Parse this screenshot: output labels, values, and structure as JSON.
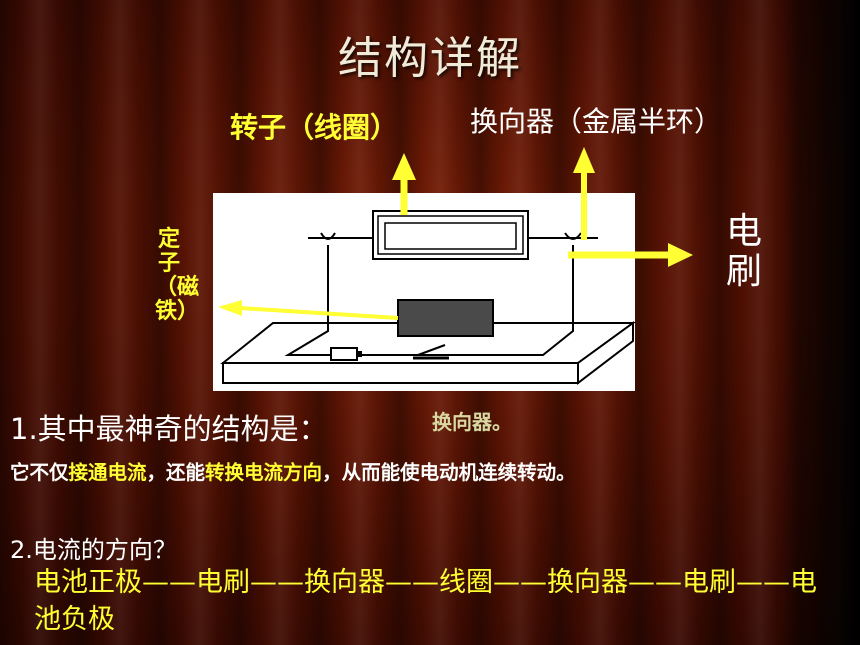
{
  "slide": {
    "title": "结构详解",
    "labels": {
      "rotor": "转子（线圈）",
      "commutator": "换向器（金属半环）",
      "brush": "电刷",
      "stator": "定子（磁铁）"
    },
    "question1": {
      "text": "1.其中最神奇的结构是：",
      "answer": "换向器。"
    },
    "explanation": {
      "p1": "它不仅",
      "h1": "接通电流",
      "p2": "，还能",
      "h2": "转换电流方向",
      "p3": "，从而能使电动机连续转动。"
    },
    "question2": {
      "text": "2.电流的方向？",
      "answer": "电池正极——电刷——换向器——线圈——换向器——电刷——电池负极"
    }
  },
  "colors": {
    "accent_yellow": "#ffff33",
    "curtain": "#5a1203",
    "text_white": "#ffffff"
  }
}
